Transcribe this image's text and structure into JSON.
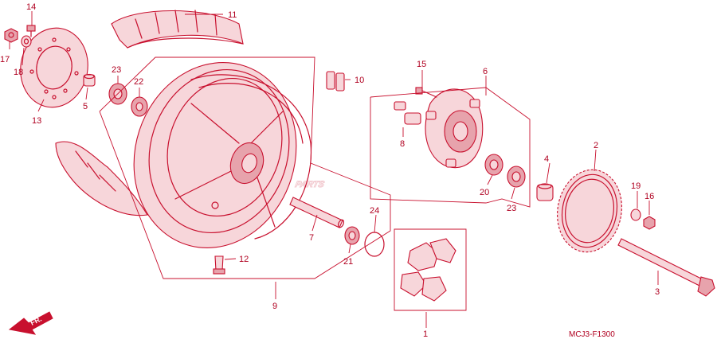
{
  "diagram": {
    "code": "MCJ3-F1300",
    "watermark": "PARTS",
    "direction_label": "FR.",
    "callouts": [
      {
        "id": "c1",
        "label": "1"
      },
      {
        "id": "c2",
        "label": "2"
      },
      {
        "id": "c3",
        "label": "3"
      },
      {
        "id": "c4",
        "label": "4"
      },
      {
        "id": "c5",
        "label": "5"
      },
      {
        "id": "c6",
        "label": "6"
      },
      {
        "id": "c7",
        "label": "7"
      },
      {
        "id": "c8",
        "label": "8"
      },
      {
        "id": "c9",
        "label": "9"
      },
      {
        "id": "c10",
        "label": "10"
      },
      {
        "id": "c11",
        "label": "11"
      },
      {
        "id": "c12",
        "label": "12"
      },
      {
        "id": "c13",
        "label": "13"
      },
      {
        "id": "c14",
        "label": "14"
      },
      {
        "id": "c15",
        "label": "15"
      },
      {
        "id": "c16",
        "label": "16"
      },
      {
        "id": "c17",
        "label": "17"
      },
      {
        "id": "c18",
        "label": "18"
      },
      {
        "id": "c19",
        "label": "19"
      },
      {
        "id": "c20",
        "label": "20"
      },
      {
        "id": "c21",
        "label": "21"
      },
      {
        "id": "c22",
        "label": "22"
      },
      {
        "id": "c23a",
        "label": "23"
      },
      {
        "id": "c23b",
        "label": "23"
      },
      {
        "id": "c24",
        "label": "24"
      }
    ]
  }
}
